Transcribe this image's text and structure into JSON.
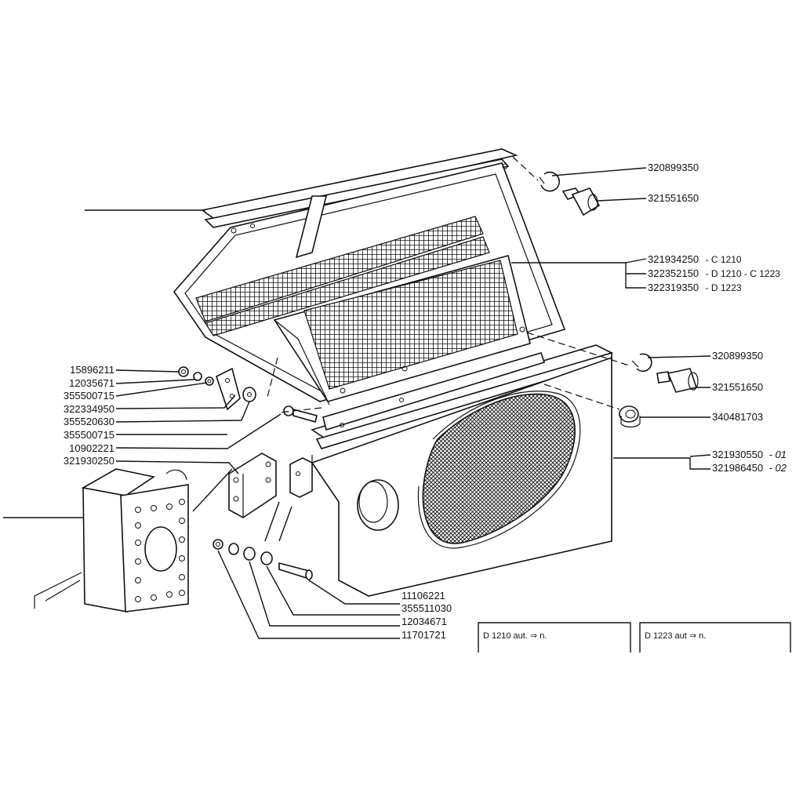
{
  "parts_left": [
    "15896211",
    "12035671",
    "355500715",
    "322334950",
    "355520630",
    "355500715",
    "10902221",
    "321930250"
  ],
  "parts_right_top": {
    "washer": "320899350",
    "bolt": "321551650",
    "cover_group": [
      {
        "number": "321934250",
        "suffix": "- C 1210"
      },
      {
        "number": "322352150",
        "suffix": "- D 1210 - C 1223"
      },
      {
        "number": "322319350",
        "suffix": "- D 1223"
      }
    ]
  },
  "parts_right_mid": {
    "washer": "320899350",
    "bolt": "321551650",
    "grommet": "340481703",
    "box_group": [
      {
        "number": "321930550",
        "suffix": "- 01"
      },
      {
        "number": "321986450",
        "suffix": "- 02"
      }
    ]
  },
  "parts_bottom": [
    "11106221",
    "355511030",
    "12034671",
    "11701721"
  ],
  "notes": [
    {
      "text": "D 1210 aut. ⇒ n."
    },
    {
      "text": "D 1223 aut ⇒ n."
    }
  ]
}
